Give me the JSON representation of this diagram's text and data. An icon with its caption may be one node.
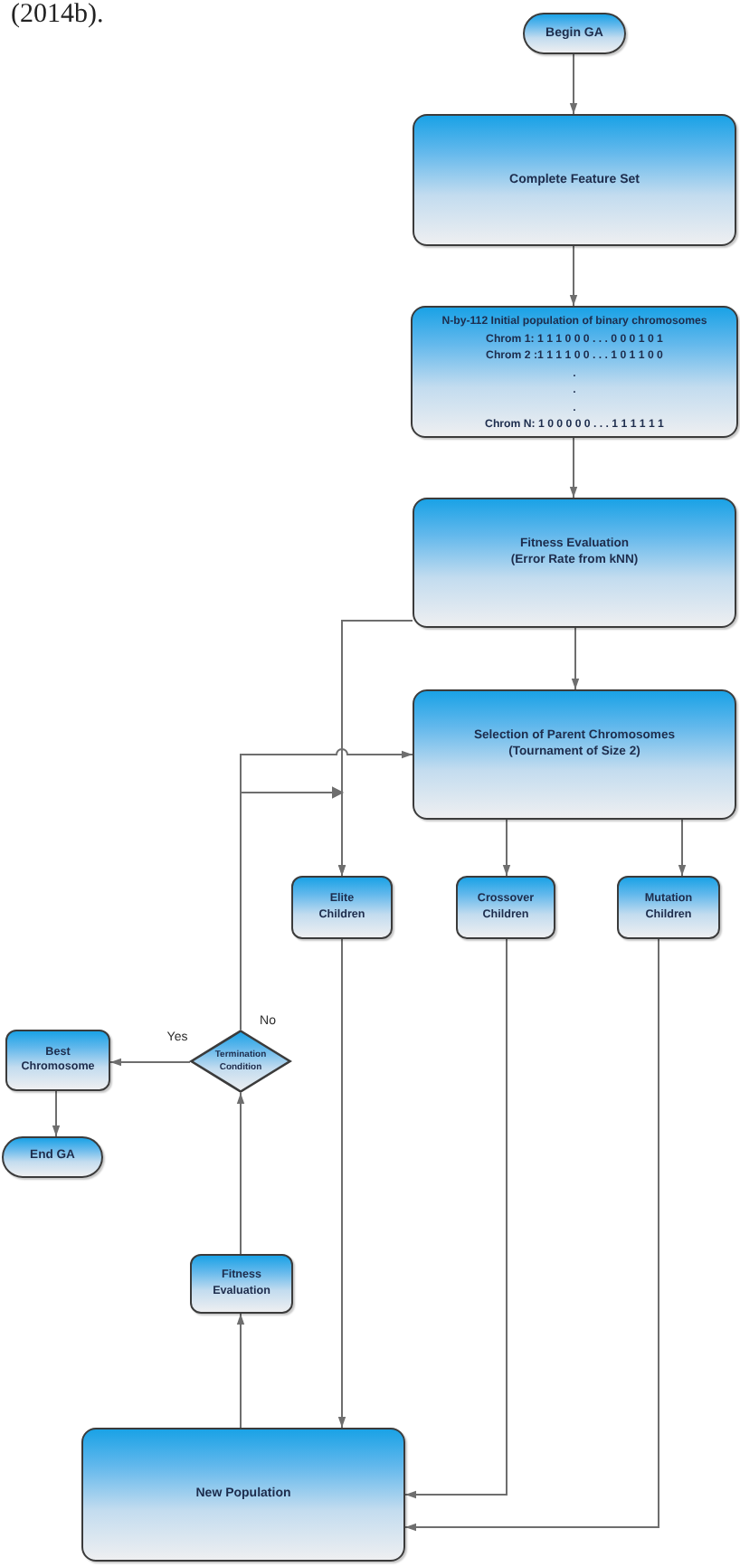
{
  "diagram": {
    "nodes": [
      {
        "text": [
          "Begin GA"
        ]
      },
      {
        "text": [
          "Complete Feature Set"
        ]
      },
      {
        "text": [
          "N-by-112 Initial population of binary chromosomes",
          "Chrom 1: 1 1 1 0 0 0 . . . 0 0 0 1 0 1",
          "Chrom 2 :1 1 1 1 0 0 . . . 1 0 1 1 0 0",
          ".",
          ".",
          ".",
          "Chrom N: 1 0 0 0 0 0 . . . 1 1 1 1 1 1"
        ]
      },
      {
        "text": [
          "Fitness Evaluation",
          "(Error Rate from kNN)"
        ]
      },
      {
        "text": [
          "Selection of Parent Chromosomes",
          "(Tournament of Size 2)"
        ]
      },
      {
        "text": [
          "Elite Children"
        ]
      },
      {
        "text": [
          "Crossover Children"
        ]
      },
      {
        "text": [
          "Mutation Children"
        ]
      },
      {
        "text": [
          "Termination Condition"
        ]
      },
      {
        "text": [
          "Best Chromosome"
        ]
      },
      {
        "text": [
          "End GA"
        ]
      },
      {
        "text": [
          "Fitness Evaluation"
        ]
      },
      {
        "text": [
          "New Population"
        ]
      }
    ],
    "edges": [
      {
        "from": 0,
        "to": 1,
        "arrow": "to"
      },
      {
        "from": 1,
        "to": 2,
        "arrow": "to"
      },
      {
        "from": 2,
        "to": 3,
        "arrow": "to"
      },
      {
        "from": 3,
        "to": 4,
        "arrow": "to"
      },
      {
        "from": 3,
        "to": 5,
        "arrow": "to"
      },
      {
        "from": 4,
        "to": 6,
        "arrow": "to"
      },
      {
        "from": 4,
        "to": 7,
        "arrow": "to"
      },
      {
        "from": 5,
        "to": 12,
        "arrow": "to"
      },
      {
        "from": 6,
        "to": 12,
        "arrow": "to"
      },
      {
        "from": 7,
        "to": 12,
        "arrow": "to"
      },
      {
        "from": 12,
        "to": 11,
        "arrow": "to"
      },
      {
        "from": 11,
        "to": 8,
        "arrow": "to"
      },
      {
        "from": 8,
        "to": 9,
        "arrow": "to",
        "label": "Yes"
      },
      {
        "from": 8,
        "to": 4,
        "arrow": "to",
        "label": "No"
      },
      {
        "from": 8,
        "to": 5,
        "arrow": "to"
      },
      {
        "from": 9,
        "to": 10,
        "arrow": "to"
      }
    ],
    "labels": [
      "(2014b)."
    ]
  }
}
